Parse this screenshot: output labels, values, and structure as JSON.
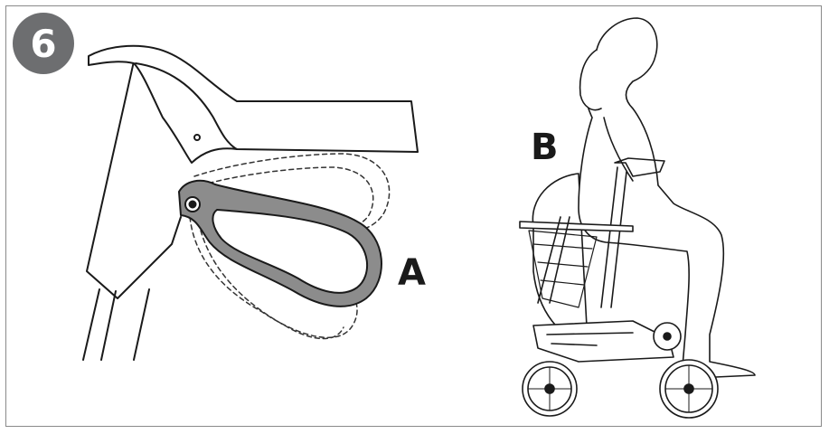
{
  "step": {
    "number": "6"
  },
  "labels": {
    "a": "A",
    "b": "B"
  },
  "colors": {
    "badge": "#6d6e70",
    "handle_fill": "#8c8c8c",
    "line": "#1a1a1a",
    "dashed": "#333333",
    "frame": "#8a8a8a"
  }
}
